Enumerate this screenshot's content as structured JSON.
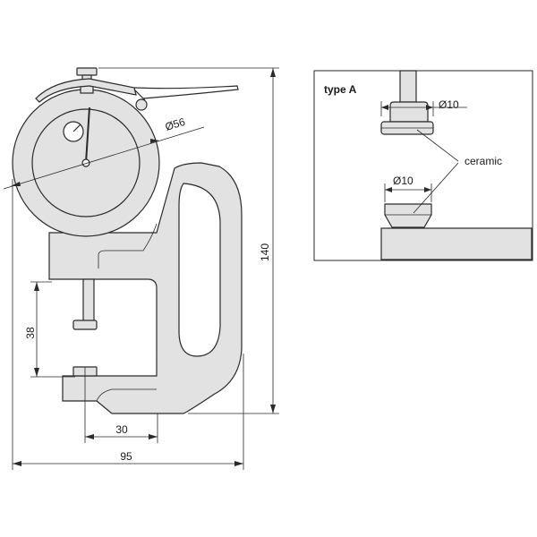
{
  "dimensions": {
    "dial_diameter": "Ø56",
    "height_total": "140",
    "throat_depth": "38",
    "anvil_offset": "30",
    "width_total": "95"
  },
  "detail": {
    "title": "type A",
    "upper_diameter": "Ø10",
    "lower_diameter": "Ø10",
    "material_label": "ceramic"
  }
}
